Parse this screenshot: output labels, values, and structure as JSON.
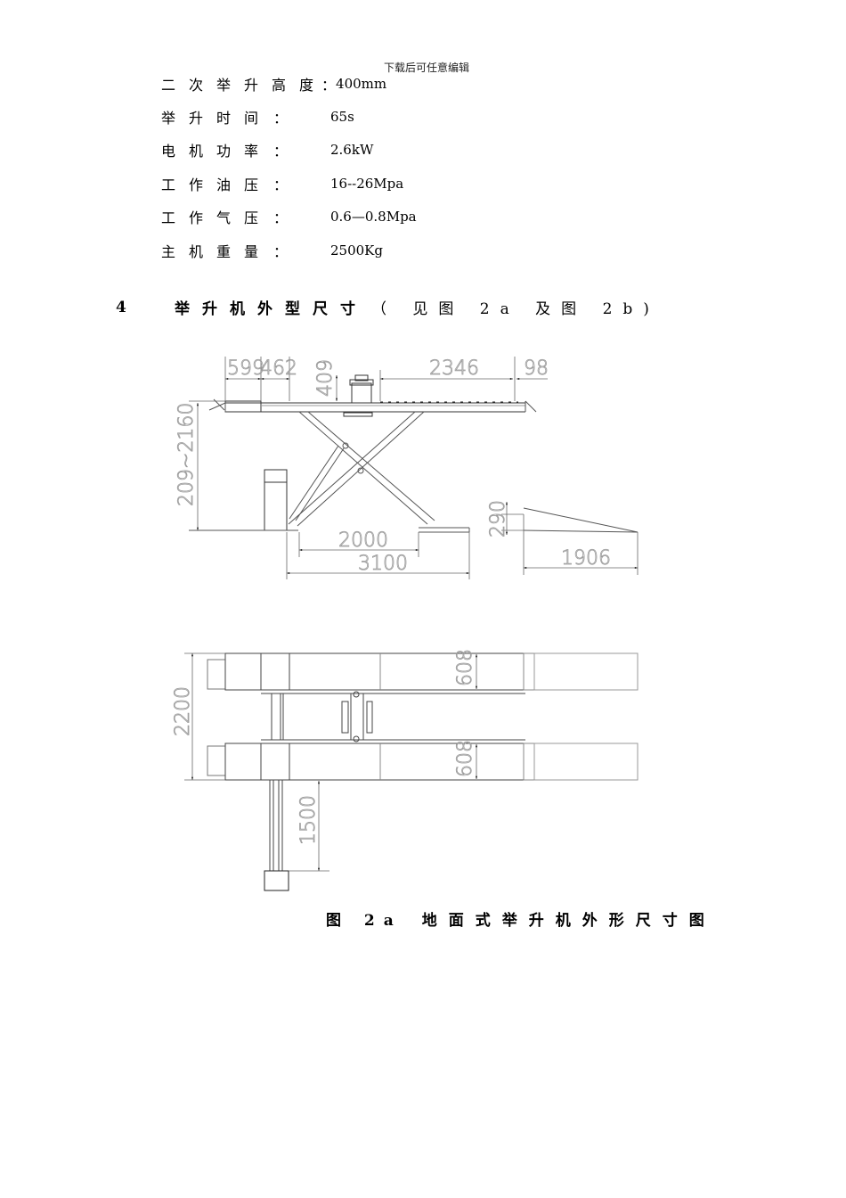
{
  "watermark": "下载后可任意编辑",
  "specs": [
    {
      "label": "二次举升高度",
      "colon": "：",
      "value": "400mm"
    },
    {
      "label": "举升时间",
      "colon": "：",
      "value": "65s"
    },
    {
      "label": "电机功率",
      "colon": "：",
      "value": "2.6kW"
    },
    {
      "label": "工作油压",
      "colon": "：",
      "value": "16--26Mpa"
    },
    {
      "label": "工作气压",
      "colon": "：",
      "value": "0.6—0.8Mpa"
    },
    {
      "label": "主机重量",
      "colon": "：",
      "value": "2500Kg"
    }
  ],
  "section": {
    "number": "4",
    "title": "举升机外型尺寸",
    "reference": "（ 见图 2a 及图 2b)"
  },
  "side_view": {
    "dimensions": {
      "top_left_a": "599",
      "top_left_b": "462",
      "platform_height": "409",
      "platform_length": "2346",
      "end_offset": "98",
      "lift_height": "209~2160",
      "base_inner": "2000",
      "base_outer": "3100",
      "ramp_height": "290",
      "ramp_length": "1906"
    }
  },
  "top_view": {
    "dimensions": {
      "overall_width": "2200",
      "platform_width_top": "608",
      "platform_width_bottom": "608",
      "control_offset": "1500"
    }
  },
  "caption": {
    "figure": "图 2a",
    "title": "地面式举升机外形尺寸图"
  }
}
